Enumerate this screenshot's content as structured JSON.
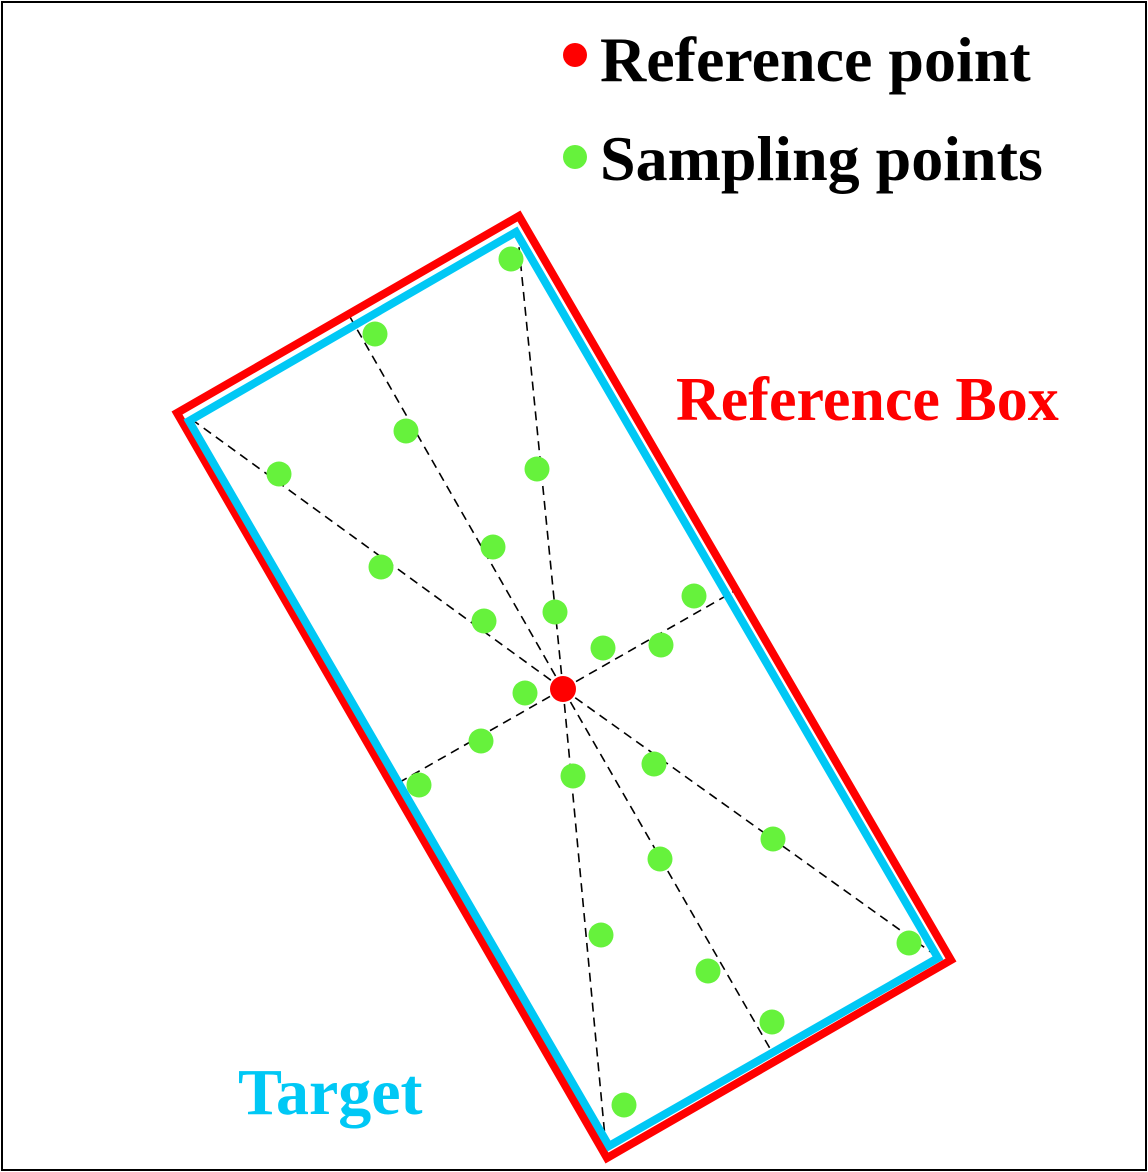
{
  "legend": {
    "reference_point_label": "Reference point",
    "sampling_points_label": "Sampling points"
  },
  "labels": {
    "reference_box": "Reference Box",
    "target": "Target"
  },
  "colors": {
    "reference": "#ff0000",
    "target": "#00c8f5",
    "sampling": "#66f23c",
    "ray": "#000000",
    "frame": "#000000"
  },
  "icons": {
    "reference_point": "red-dot-icon",
    "sampling_point": "green-dot-icon"
  }
}
